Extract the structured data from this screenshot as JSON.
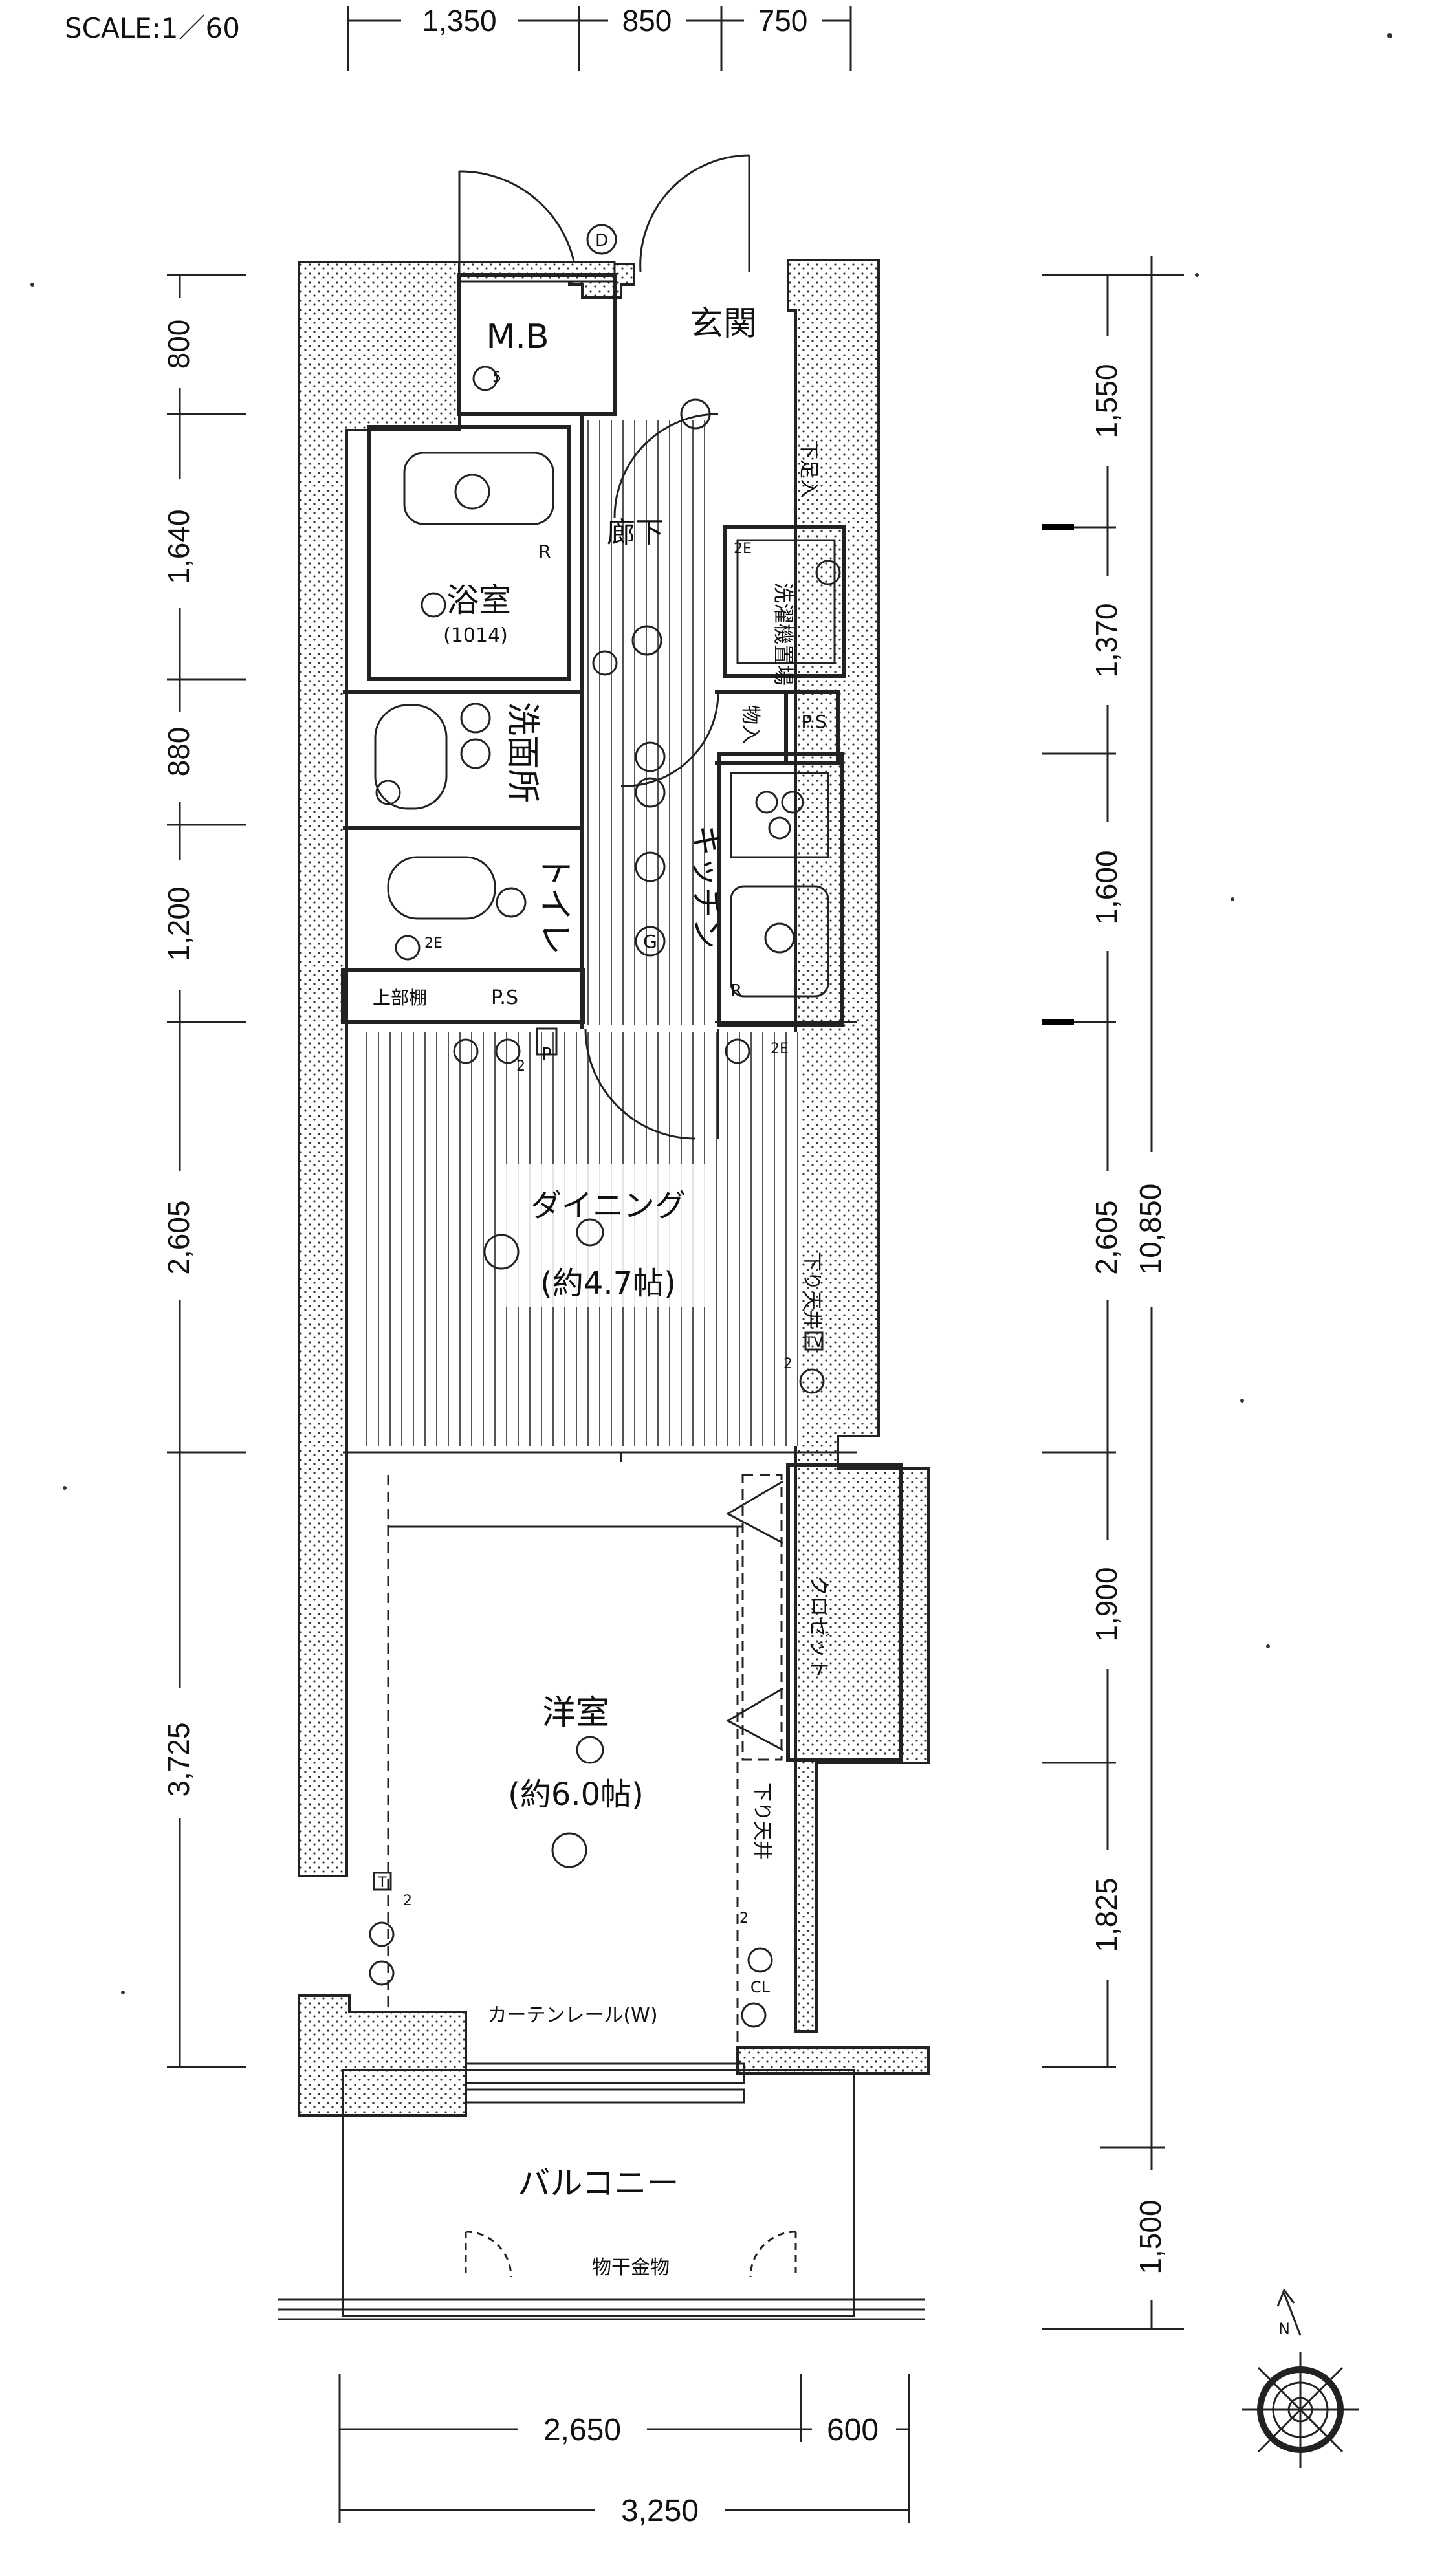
{
  "scale": "SCALE:1／60",
  "top_dims": [
    "1,350",
    "850",
    "750"
  ],
  "left_dims": [
    "800",
    "1,640",
    "880",
    "1,200",
    "2,605",
    "3,725"
  ],
  "right_dims": [
    "1,550",
    "1,370",
    "1,600",
    "2,605",
    "1,900",
    "1,825",
    "1,500"
  ],
  "right_total": "10,850",
  "bottom_dims": [
    "2,650",
    "600"
  ],
  "bottom_total": "3,250",
  "rooms": {
    "mb": "M.B",
    "genkan": "玄関",
    "shoe": "下足入",
    "bath": "浴室",
    "bath_size": "(1014)",
    "corridor": "廊下",
    "laundry": "洗濯機置場",
    "washroom": "洗面所",
    "storage": "物入",
    "ps1": "P.S",
    "kitchen": "キッチン",
    "toilet": "トイレ",
    "upper_shelf": "上部棚",
    "ps2": "P.S",
    "dining": "ダイニング",
    "dining_size": "(約4.7帖)",
    "dropped_ceiling1": "下り天井",
    "closet": "クロゼット",
    "western": "洋室",
    "western_size": "(約6.0帖)",
    "dropped_ceiling2": "下り天井",
    "curtain_rail": "カーテンレール(W)",
    "balcony": "バルコニー",
    "laundry_pole": "物干金物"
  },
  "symbols": {
    "door_mark": "D",
    "r_mark": "R",
    "g_mark": "G",
    "p_mark": "P",
    "tv_mark": "TV",
    "t_mark": "T",
    "cl_mark": "CL",
    "n_mark": "N",
    "two_e": "2E",
    "two": "2",
    "five": "5"
  },
  "colors": {
    "line": "#222222",
    "background": "#ffffff"
  }
}
